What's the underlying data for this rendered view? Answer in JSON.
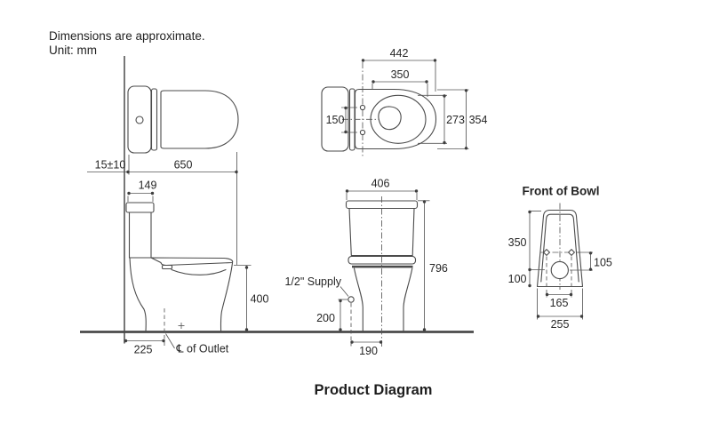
{
  "note": {
    "line1": "Dimensions are approximate.",
    "line2": "Unit: mm"
  },
  "footer_title": "Product Diagram",
  "plan_view": {
    "dim_wall_gap": "15±10",
    "dim_length": "650"
  },
  "side_view": {
    "dim_tank_depth": "149",
    "dim_seat_height": "400",
    "dim_outlet_setout": "225",
    "outlet_label": "℄ of Outlet"
  },
  "top_view": {
    "dim_overall_length": "442",
    "dim_seat_length": "350",
    "dim_hole_spacing": "150",
    "dim_seat_width": "273",
    "dim_bowl_width": "354"
  },
  "front_view": {
    "dim_tank_width": "406",
    "dim_height": "796",
    "supply_label": "1/2\" Supply",
    "dim_supply_height": "200",
    "dim_supply_offset": "190"
  },
  "bowl_front_view": {
    "title": "Front of Bowl",
    "dim_upper": "350",
    "dim_lower": "100",
    "dim_hole_height": "105",
    "dim_hole_spacing": "165",
    "dim_base_width": "255"
  },
  "colors": {
    "line": "#4b4b4b",
    "text": "#262626",
    "background": "#ffffff"
  }
}
